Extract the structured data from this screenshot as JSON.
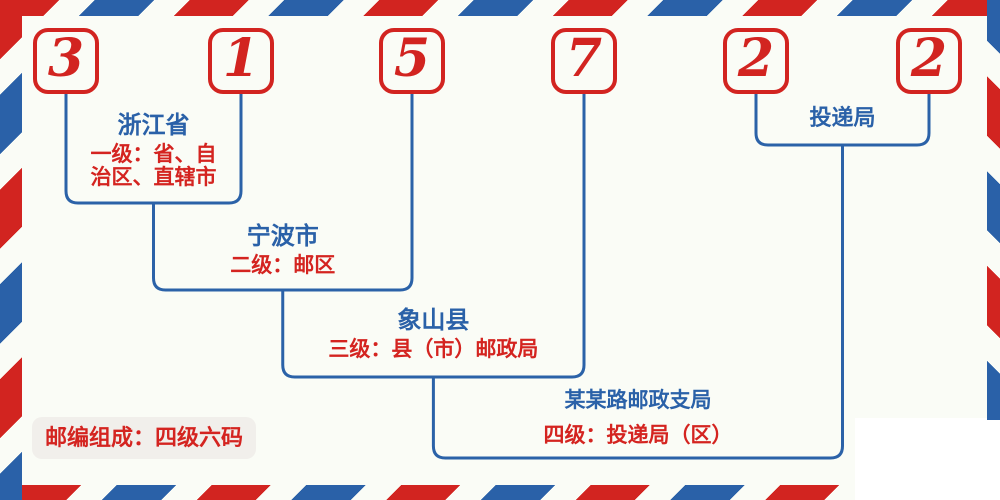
{
  "colors": {
    "red": "#d22420",
    "blue": "#2a61a8",
    "background": "#fafcf6",
    "badge_background": "#f1efeb"
  },
  "postal_code": {
    "digits": [
      "3",
      "1",
      "5",
      "7",
      "2",
      "2"
    ]
  },
  "levels": {
    "level1": {
      "name": "浙江省",
      "desc_line1": "一级：省、自",
      "desc_line2": "治区、直辖市"
    },
    "level2": {
      "name": "宁波市",
      "desc": "二级：邮区"
    },
    "level3": {
      "name": "象山县",
      "desc": "三级：县（市）邮政局"
    },
    "delivery": {
      "name": "投递局"
    },
    "level4": {
      "name": "某某路邮政支局",
      "desc": "四级：投递局（区）"
    }
  },
  "badge": {
    "label": "邮编组成：四级六码"
  }
}
